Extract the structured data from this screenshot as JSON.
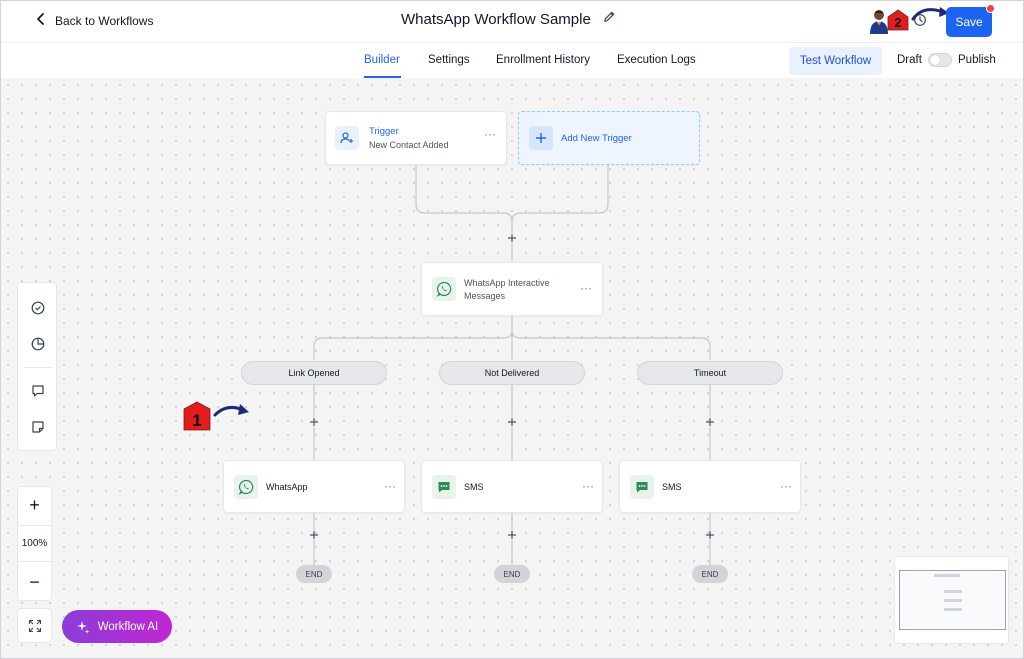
{
  "header": {
    "back_label": "Back to Workflows",
    "title": "WhatsApp Workflow Sample",
    "save_label": "Save",
    "annotation_2": "2"
  },
  "tabs": [
    {
      "label": "Builder",
      "active": true
    },
    {
      "label": "Settings",
      "active": false
    },
    {
      "label": "Enrollment History",
      "active": false
    },
    {
      "label": "Execution Logs",
      "active": false
    }
  ],
  "toolbar": {
    "test_label": "Test Workflow",
    "draft_label": "Draft",
    "publish_label": "Publish",
    "publish_on": false
  },
  "trigger": {
    "title": "Trigger",
    "subtitle": "New Contact Added",
    "menu": "···",
    "add_label": "Add New Trigger"
  },
  "action": {
    "title_line1": "WhatsApp Interactive",
    "title_line2": "Messages",
    "menu": "···"
  },
  "branches": [
    {
      "label": "Link Opened",
      "step": "WhatsApp",
      "step_icon": "whatsapp-icon",
      "end": "END",
      "menu": "···"
    },
    {
      "label": "Not Delivered",
      "step": "SMS",
      "step_icon": "sms-icon",
      "end": "END",
      "menu": "···"
    },
    {
      "label": "Timeout",
      "step": "SMS",
      "step_icon": "sms-icon",
      "end": "END",
      "menu": "···"
    }
  ],
  "zoom": {
    "value": "100%"
  },
  "ai_button": {
    "label": "Workflow AI"
  },
  "annotation_1": "1",
  "colors": {
    "accent": "#1c64f2",
    "whatsapp": "#2f8a57",
    "ai_gradient_start": "#8b3dd9",
    "ai_gradient_end": "#c026d3",
    "annotation_badge": "#e11d1d"
  }
}
